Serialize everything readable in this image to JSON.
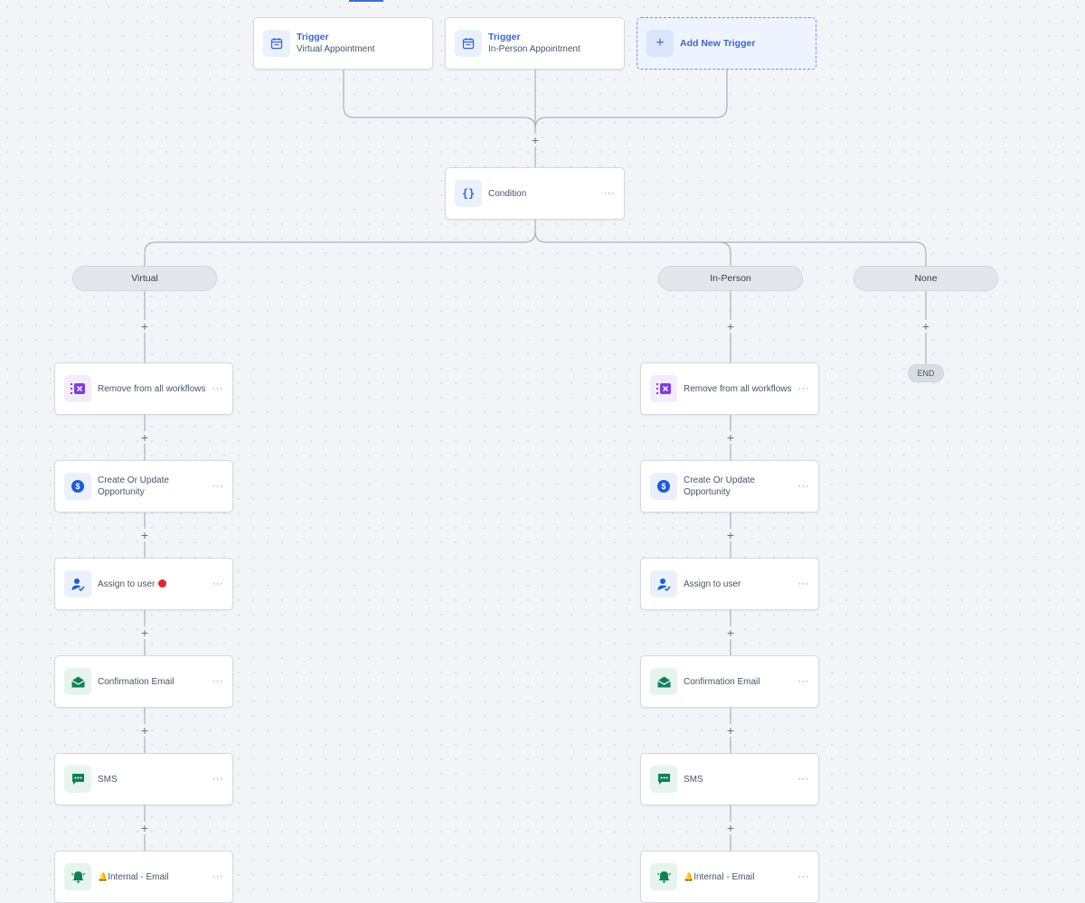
{
  "triggers": [
    {
      "title": "Trigger",
      "subtitle": "Virtual Appointment"
    },
    {
      "title": "Trigger",
      "subtitle": "In-Person Appointment"
    }
  ],
  "add_trigger": {
    "label": "Add New Trigger"
  },
  "condition": {
    "label": "Condition",
    "icon_text": "{}"
  },
  "branches": {
    "virtual": "Virtual",
    "in_person": "In-Person",
    "none": "None",
    "end": "END"
  },
  "actions": {
    "remove_workflows": "Remove from all workflows",
    "create_opportunity_line1": "Create Or Update",
    "create_opportunity_line2": "Opportunity",
    "assign_user": "Assign to user",
    "confirmation_email": "Confirmation Email",
    "sms": "SMS",
    "internal_email": "Internal - Email"
  },
  "symbols": {
    "plus": "+",
    "menu": "···",
    "dollar": "$",
    "bell": "🔔"
  },
  "colors": {
    "accent": "#3b66d6",
    "purple": "#7b3fe4",
    "green": "#11805a",
    "error_dot": "#e5252a"
  },
  "icons": {
    "trigger": "calendar-icon",
    "add": "plus-icon",
    "condition": "braces-icon",
    "remove": "remove-list-icon",
    "opportunity": "dollar-icon",
    "assign": "user-assign-icon",
    "email": "envelope-icon",
    "sms": "chat-icon",
    "internal": "bell-icon"
  }
}
